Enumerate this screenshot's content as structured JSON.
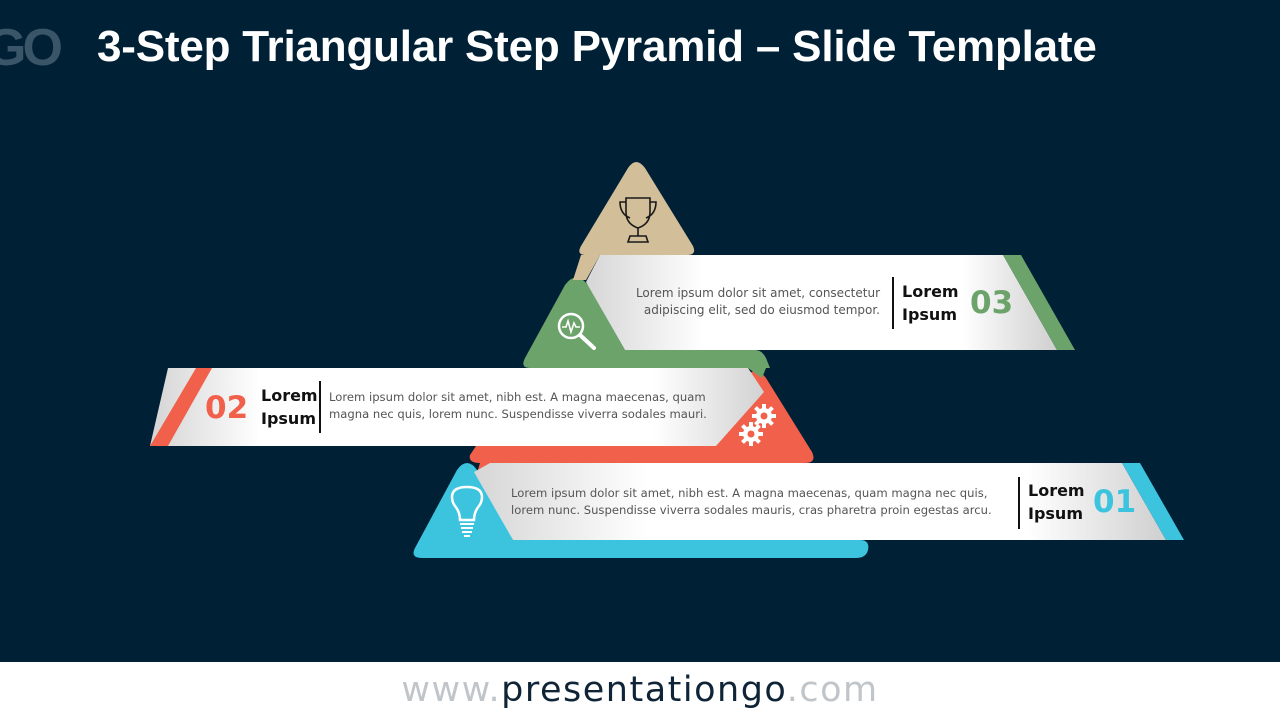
{
  "header": {
    "logo_fragment": "GO",
    "title": "3-Step Triangular Step Pyramid – Slide Template"
  },
  "colors": {
    "background": "#002035",
    "step_top": "#D2BE98",
    "step_3": "#6CA36B",
    "step_2": "#F0604A",
    "step_1": "#3CC4DF",
    "banner_white": "#FFFFFF",
    "banner_gray": "#D9D9D9"
  },
  "steps": [
    {
      "number": "03",
      "label_line1": "Lorem",
      "label_line2": "Ipsum",
      "text_line1": "Lorem ipsum dolor sit amet, consectetur",
      "text_line2": "adipiscing elit, sed do eiusmod tempor.",
      "icon": "magnifier-pulse-icon",
      "color": "#6CA36B"
    },
    {
      "number": "02",
      "label_line1": "Lorem",
      "label_line2": "Ipsum",
      "text_line1": "Lorem ipsum dolor sit amet, nibh est. A magna maecenas, quam",
      "text_line2": "magna nec quis, lorem nunc. Suspendisse viverra sodales mauri.",
      "icon": "gears-icon",
      "color": "#F0604A"
    },
    {
      "number": "01",
      "label_line1": "Lorem",
      "label_line2": "Ipsum",
      "text_line1": "Lorem ipsum dolor sit amet, nibh est. A magna maecenas, quam magna nec quis,",
      "text_line2": "lorem nunc. Suspendisse viverra sodales mauris, cras pharetra proin egestas arcu.",
      "icon": "lightbulb-icon",
      "color": "#3CC4DF"
    }
  ],
  "top_icon": "trophy-icon",
  "footer": {
    "www": "www.",
    "brand": "presentationgo",
    "tld": ".com"
  }
}
